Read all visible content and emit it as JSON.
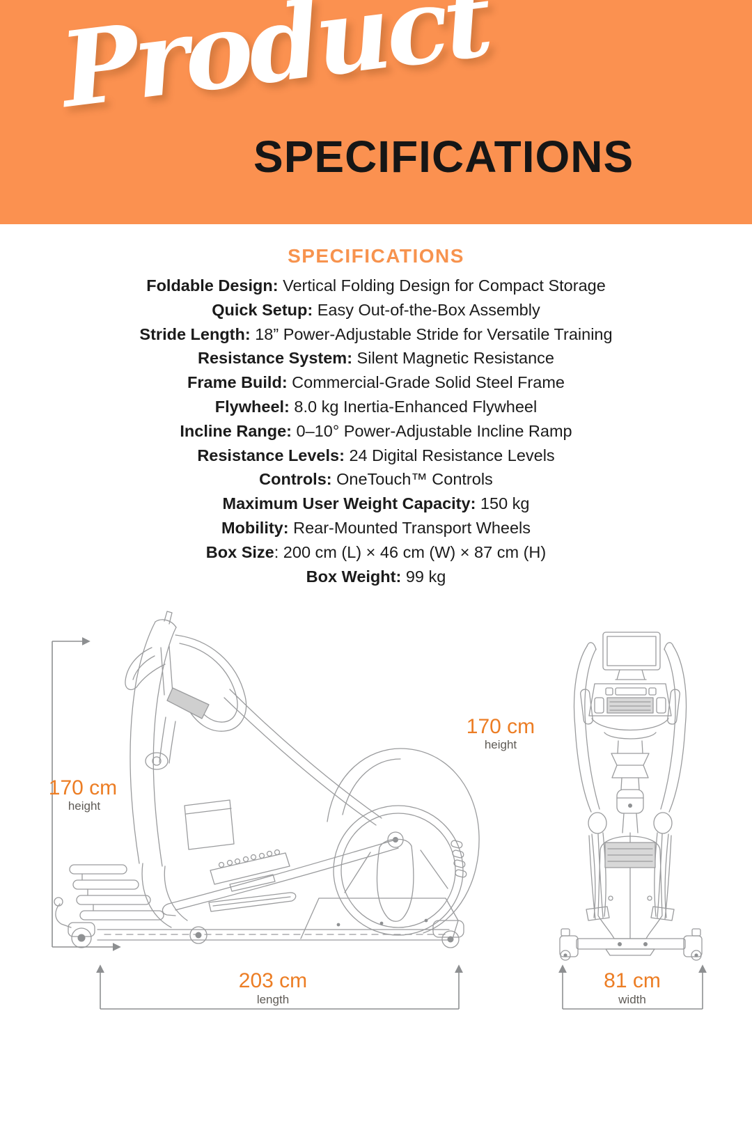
{
  "banner": {
    "script_word": "Product",
    "title": "SPECIFICATIONS",
    "bg_color": "#FB9150",
    "title_color": "#161616",
    "script_color": "#FFFFFF"
  },
  "specs": {
    "heading": "SPECIFICATIONS",
    "heading_color": "#F7934E",
    "items": [
      {
        "label": "Foldable Design:",
        "value": " Vertical Folding Design for Compact Storage"
      },
      {
        "label": "Quick Setup:",
        "value": " Easy Out-of-the-Box Assembly"
      },
      {
        "label": "Stride Length:",
        "value": " 18” Power-Adjustable Stride for Versatile Training"
      },
      {
        "label": "Resistance System:",
        "value": " Silent Magnetic Resistance"
      },
      {
        "label": "Frame Build:",
        "value": " Commercial-Grade Solid Steel Frame"
      },
      {
        "label": "Flywheel:",
        "value": " 8.0 kg Inertia-Enhanced Flywheel"
      },
      {
        "label": "Incline Range:",
        "value": " 0–10° Power-Adjustable Incline Ramp"
      },
      {
        "label": "Resistance Levels:",
        "value": " 24 Digital Resistance Levels"
      },
      {
        "label": "Controls:",
        "value": " OneTouch™ Controls"
      },
      {
        "label": "Maximum User Weight Capacity:",
        "value": " 150 kg"
      },
      {
        "label": "Mobility:",
        "value": " Rear-Mounted Transport Wheels"
      },
      {
        "label": "Box Size",
        "value": ": 200 cm (L) × 46 cm (W) × 87 cm (H)"
      },
      {
        "label": "Box Weight:",
        "value": " 99 kg"
      }
    ]
  },
  "diagrams": {
    "side_view": {
      "height": {
        "value": "170 cm",
        "caption": "height"
      },
      "length": {
        "value": "203 cm",
        "caption": "length"
      }
    },
    "front_view": {
      "height": {
        "value": "170 cm",
        "caption": "height"
      },
      "width": {
        "value": "81 cm",
        "caption": "width"
      }
    }
  },
  "colors": {
    "banner_orange": "#FB9150",
    "heading_orange": "#F7934E",
    "dimension_orange": "#EC7D24",
    "caption_gray": "#5F5B56",
    "sketch_gray": "#9A9B9D",
    "text_black": "#1B1B1B"
  }
}
